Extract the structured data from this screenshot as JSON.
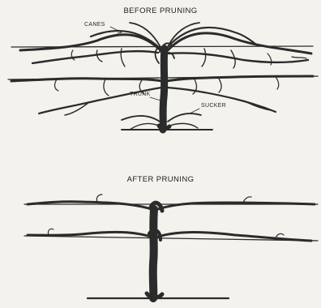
{
  "before": {
    "title": "BEFORE PRUNING",
    "labels": {
      "canes": "CANES",
      "trunk": "TRUNK",
      "sucker": "SUCKER"
    }
  },
  "after": {
    "title": "AFTER PRUNING"
  },
  "colors": {
    "ink": "#2b2b2b",
    "paper": "#f4f2ed"
  }
}
